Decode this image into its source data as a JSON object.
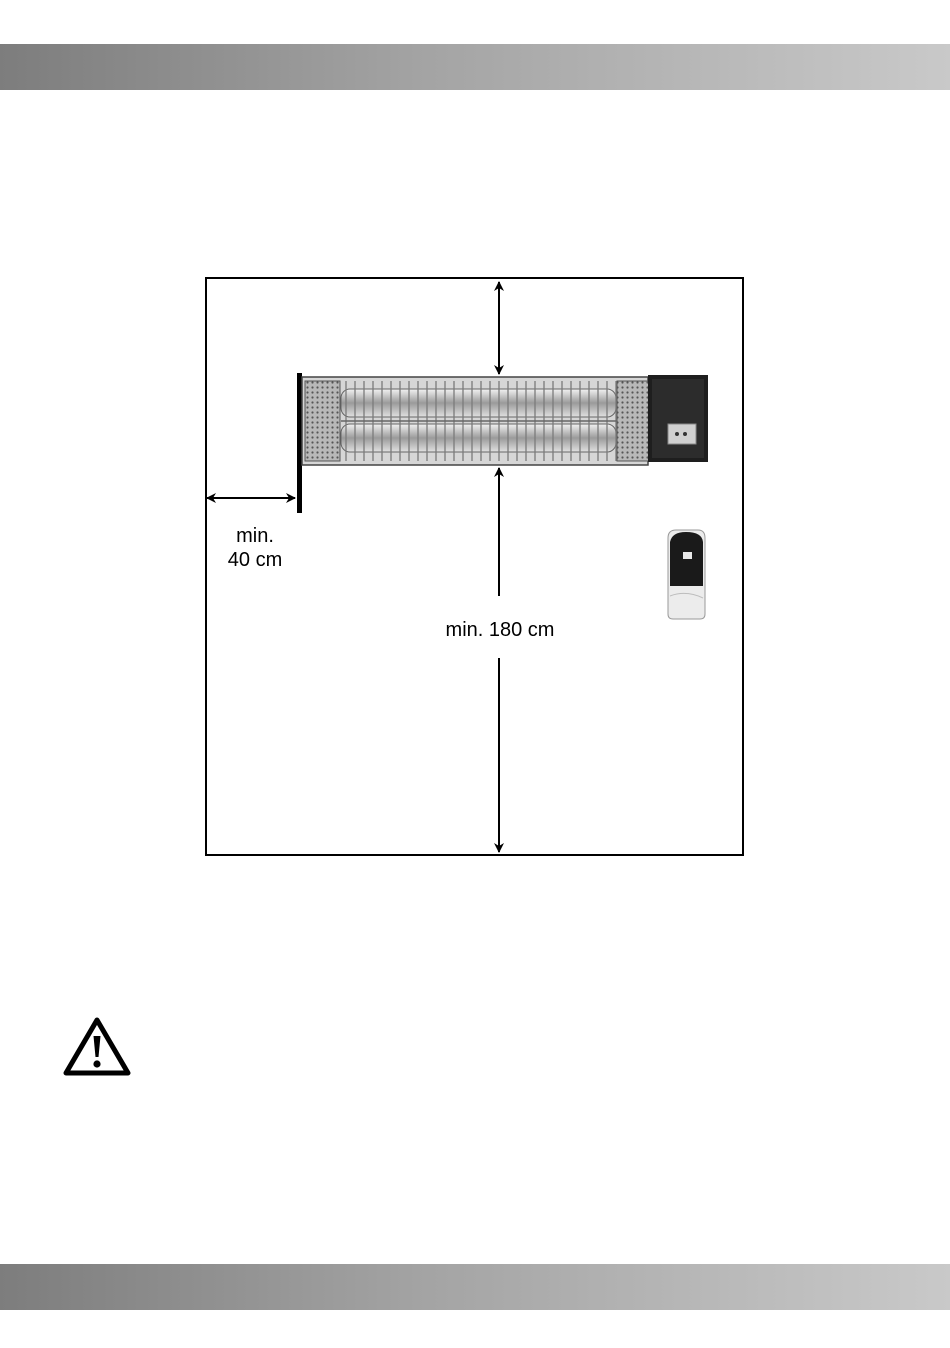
{
  "clearance_diagram": {
    "side_label_line1": "min.",
    "side_label_line2": "40 cm",
    "floor_label": "min. 180 cm"
  },
  "icons": {
    "warning": "warning-triangle-icon",
    "heater": "wall-mounted-infrared-heater",
    "remote": "remote-control-icon"
  },
  "colors": {
    "band_dark": "#7d7d7d",
    "band_light": "#c9c9c9"
  }
}
